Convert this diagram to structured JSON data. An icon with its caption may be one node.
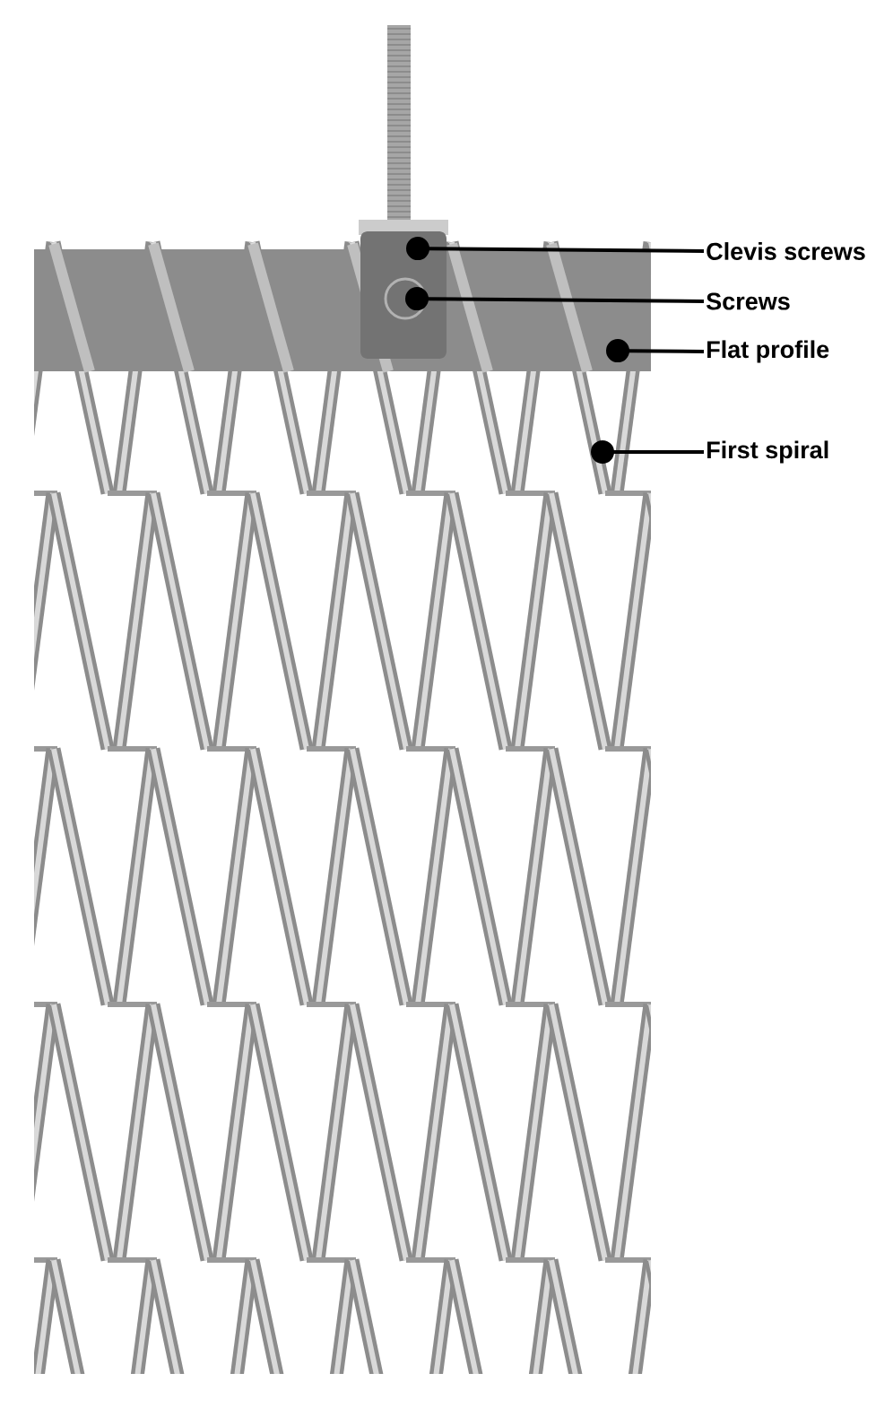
{
  "diagram": {
    "nodes": [
      {
        "text": [
          "Clevis screws"
        ]
      },
      {
        "text": [
          "Screws"
        ]
      },
      {
        "text": [
          "Flat profile"
        ]
      },
      {
        "text": [
          "First spiral"
        ]
      }
    ],
    "edges": [
      {
        "from": 0,
        "to": null,
        "arrow": "other"
      },
      {
        "from": 1,
        "to": null,
        "arrow": "other"
      },
      {
        "from": 2,
        "to": null,
        "arrow": "other"
      },
      {
        "from": 3,
        "to": null,
        "arrow": "other"
      }
    ]
  }
}
